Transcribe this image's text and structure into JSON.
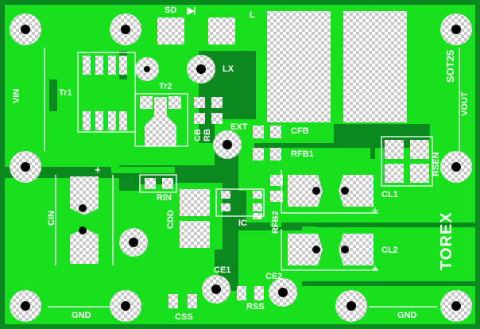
{
  "colors": {
    "substrate": "#0a8a1e",
    "copper": "#19e01f",
    "silkscreen": "#ffffff",
    "pad_checker": "#c8c8c8",
    "drill": "#000000"
  },
  "labels": {
    "sd": "SD",
    "l": "L",
    "lx": "LX",
    "tr1": "Tr1",
    "tr2": "Tr2",
    "vin": "VIN",
    "cb": "CB",
    "rb": "RB",
    "ext": "EXT",
    "cfb": "CFB",
    "rfb1": "RFB1",
    "rsen": "RSEN",
    "sot25": "SOT25",
    "vout": "VOUT",
    "rin": "RIN",
    "cin": "CIN",
    "cdd": "CDD",
    "ic": "IC",
    "rfb2": "RFB2",
    "cl1": "CL1",
    "cl2": "CL2",
    "logo": "TOREX",
    "ce1": "CE1",
    "ce2": "CE2",
    "rss": "RSS",
    "css": "CSS",
    "gnd_left": "GND",
    "gnd_right": "GND",
    "plus_cin": "+",
    "plus_cl1": "+",
    "plus_cl2": "+"
  }
}
